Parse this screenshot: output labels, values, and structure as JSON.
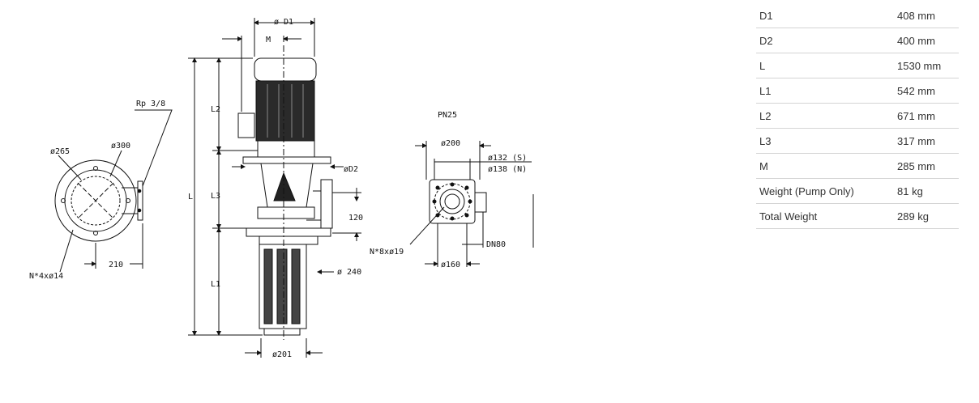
{
  "drawing": {
    "labels": {
      "d1": "ø D1",
      "m": "M",
      "l": "L",
      "l1": "L1",
      "l2": "L2",
      "l3": "L3",
      "d2": "øD2",
      "rp": "Rp 3/8",
      "d265": "ø265",
      "d300": "ø300",
      "n4": "N*4xø14",
      "w210": "210",
      "h120": "120",
      "d240": "ø 240",
      "d201": "ø201",
      "pn25": "PN25",
      "d200": "ø200",
      "d132": "ø132 (S)",
      "d138": "ø138 (N)",
      "n8": "N*8xø19",
      "dn80": "DN80",
      "d160": "ø160"
    }
  },
  "specs": [
    {
      "label": "D1",
      "value": "408 mm"
    },
    {
      "label": "D2",
      "value": "400 mm"
    },
    {
      "label": "L",
      "value": "1530 mm"
    },
    {
      "label": "L1",
      "value": "542 mm"
    },
    {
      "label": "L2",
      "value": "671 mm"
    },
    {
      "label": "L3",
      "value": "317 mm"
    },
    {
      "label": "M",
      "value": "285 mm"
    },
    {
      "label": "Weight (Pump Only)",
      "value": "81 kg"
    },
    {
      "label": "Total Weight",
      "value": "289 kg"
    }
  ]
}
